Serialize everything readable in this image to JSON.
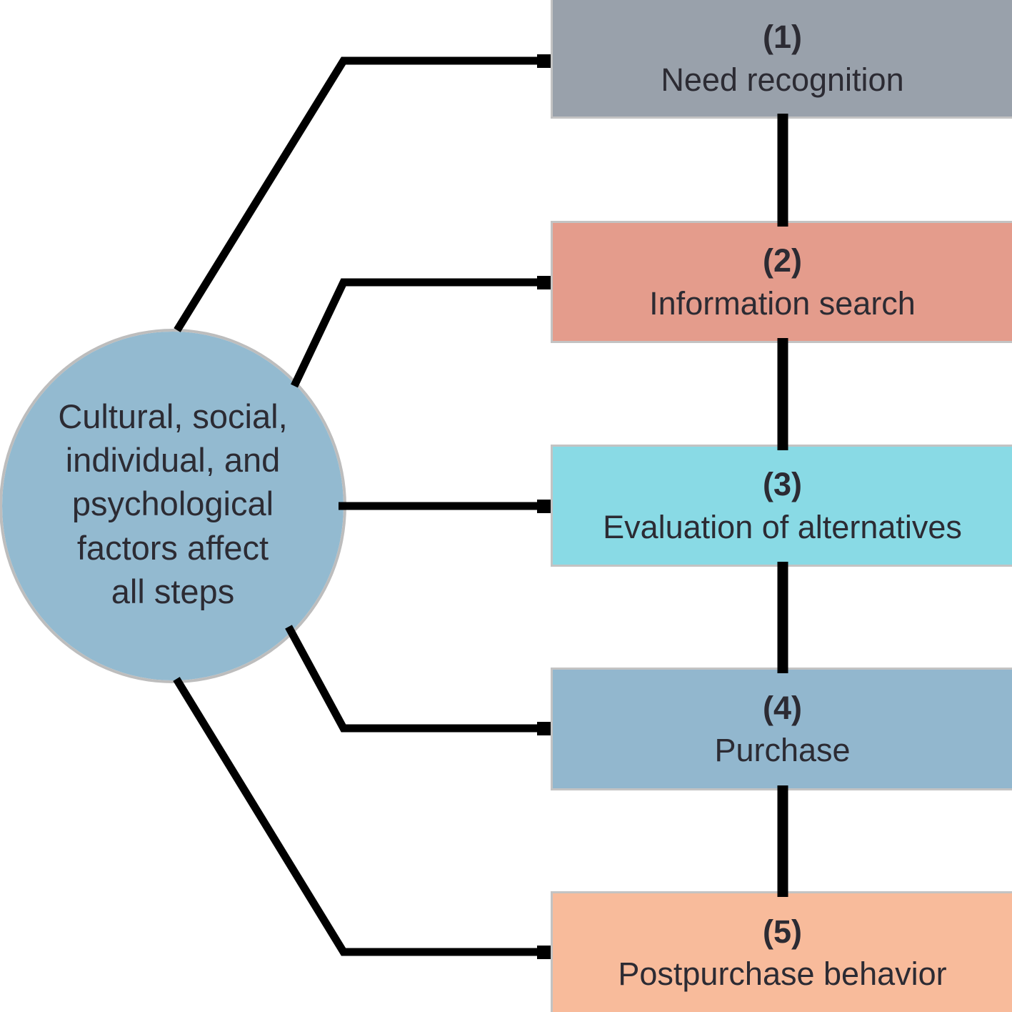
{
  "figure": {
    "background": "#ffffff",
    "text_color": "#2c2b33",
    "line_color": "#000000",
    "outline_color": "#c3c3c3",
    "circle": {
      "text": "Cultural, social,\nindividual, and\npsychological\nfactors affect\nall steps",
      "fill": "#93bad0"
    },
    "steps": [
      {
        "number": "(1)",
        "label": "Need recognition",
        "fill": "#99a1ab"
      },
      {
        "number": "(2)",
        "label": "Information search",
        "fill": "#e49c8c"
      },
      {
        "number": "(3)",
        "label": "Evaluation of alternatives",
        "fill": "#89dae5"
      },
      {
        "number": "(4)",
        "label": "Purchase",
        "fill": "#92b7ce"
      },
      {
        "number": "(5)",
        "label": "Postpurchase behavior",
        "fill": "#f8bb9b"
      }
    ]
  }
}
